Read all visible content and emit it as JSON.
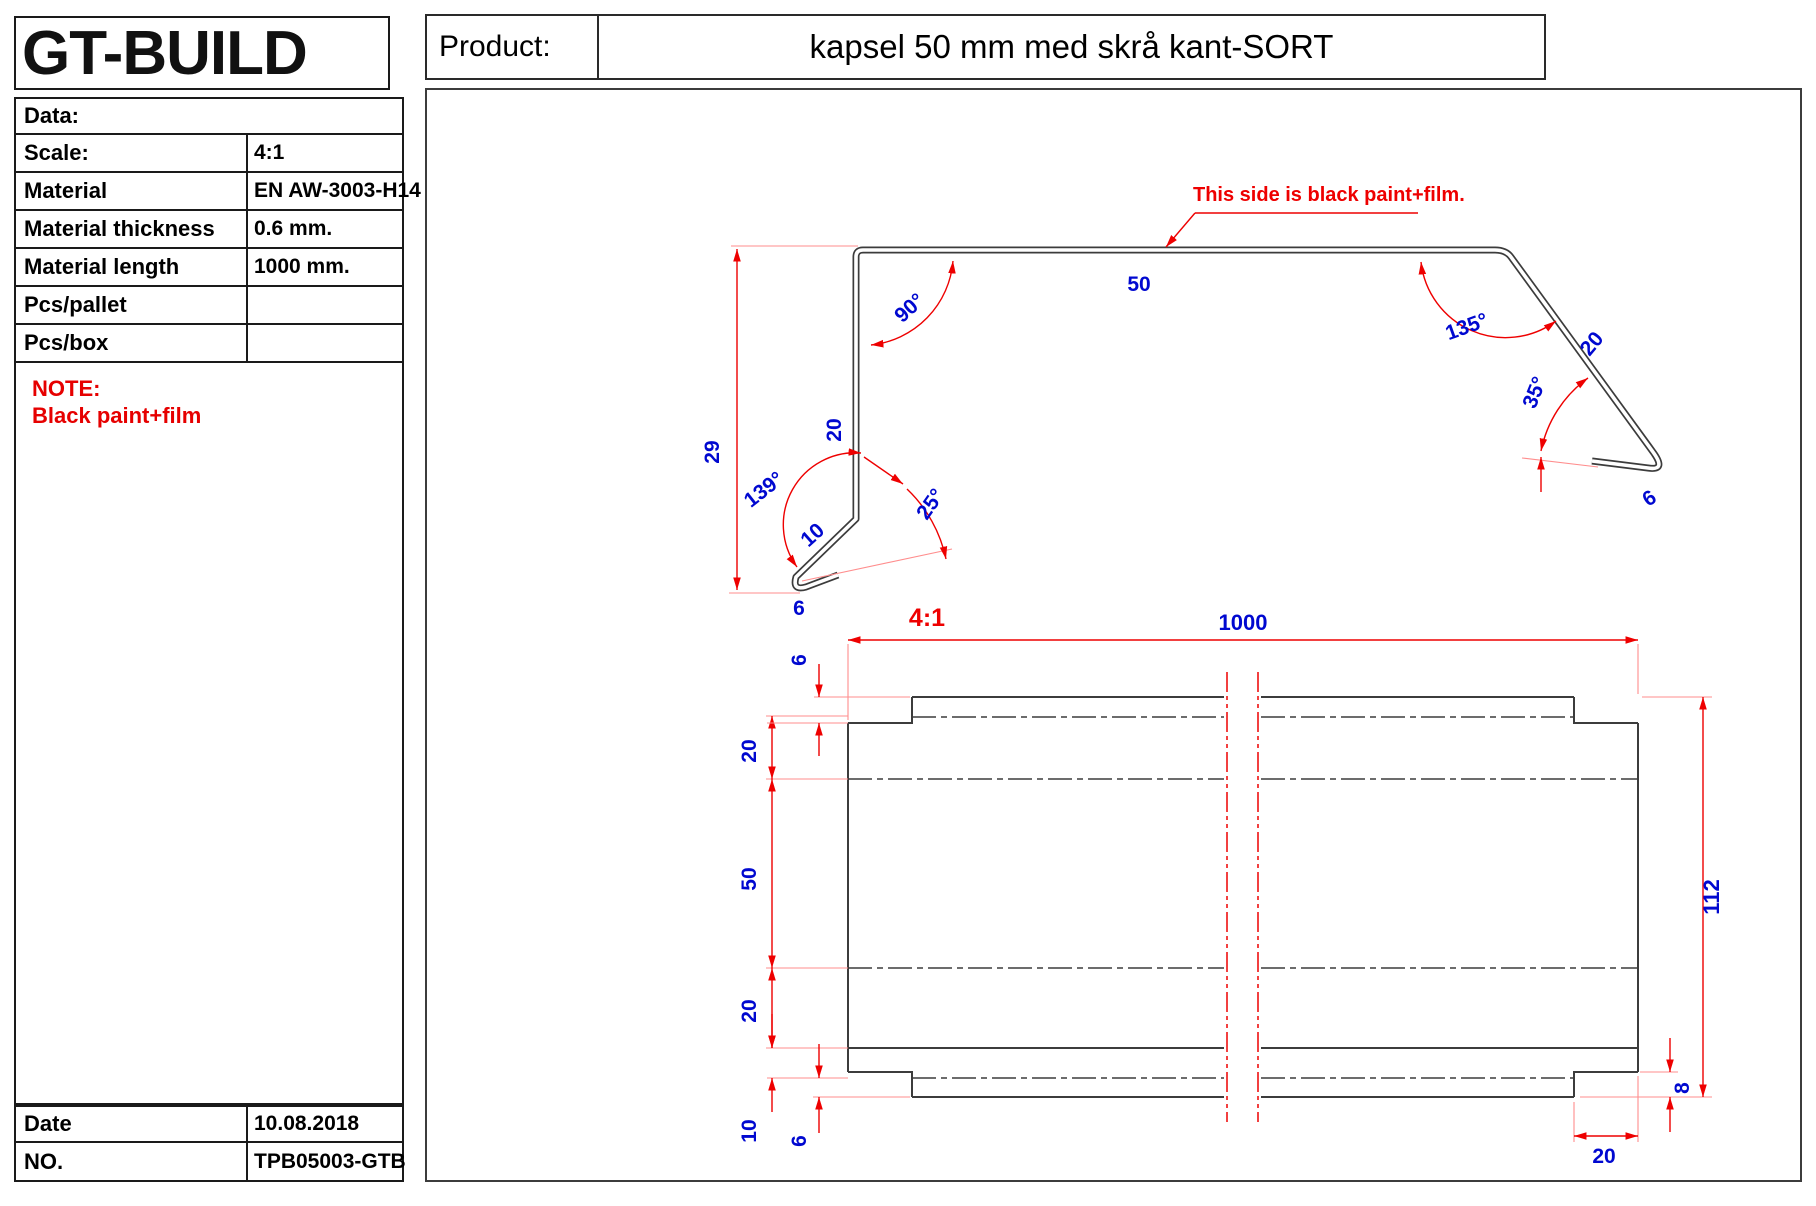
{
  "logo": "GT-BUILD",
  "product": {
    "label": "Product:",
    "name": "kapsel 50 mm med skrå kant-SORT"
  },
  "info": {
    "rows": [
      {
        "label": "Data:",
        "value": ""
      },
      {
        "label": "Scale:",
        "value": "4:1"
      },
      {
        "label": "Material",
        "value": "EN AW-3003-H14"
      },
      {
        "label": "Material thickness",
        "value": "0.6 mm."
      },
      {
        "label": "Material length",
        "value": "1000 mm."
      },
      {
        "label": "Pcs/pallet",
        "value": ""
      },
      {
        "label": "Pcs/box",
        "value": ""
      }
    ]
  },
  "note": {
    "title": "NOTE:",
    "text": "Black paint+film"
  },
  "footer": {
    "date_label": "Date",
    "date_value": "10.08.2018",
    "no_label": "NO.",
    "no_value": "TPB05003-GTB"
  },
  "drawing": {
    "leader_note": "This side is black paint+film.",
    "scale_note": "4:1",
    "profile": {
      "height": "29",
      "leg": "20",
      "top_width": "50",
      "angle_tl": "90°",
      "angle_bl": "139°",
      "flange_bl": "10",
      "hem_bl": "6",
      "angle_hem_bl": "25°",
      "angle_tr": "135°",
      "flange_tr": "20",
      "angle_hem_tr": "35°",
      "hem_tr": "6"
    },
    "flat": {
      "length": "1000",
      "width": "112",
      "edge_top": "6",
      "fold1": "20",
      "fold2": "50",
      "fold3": "20",
      "fold4": "10",
      "edge_bottom": "6",
      "notch_h": "8",
      "notch_w": "20"
    }
  },
  "colors": {
    "dim_blue": "#0008d0",
    "dim_red": "#ee0000",
    "note_red": "#e60000",
    "line_dark": "#3c3c3c"
  }
}
